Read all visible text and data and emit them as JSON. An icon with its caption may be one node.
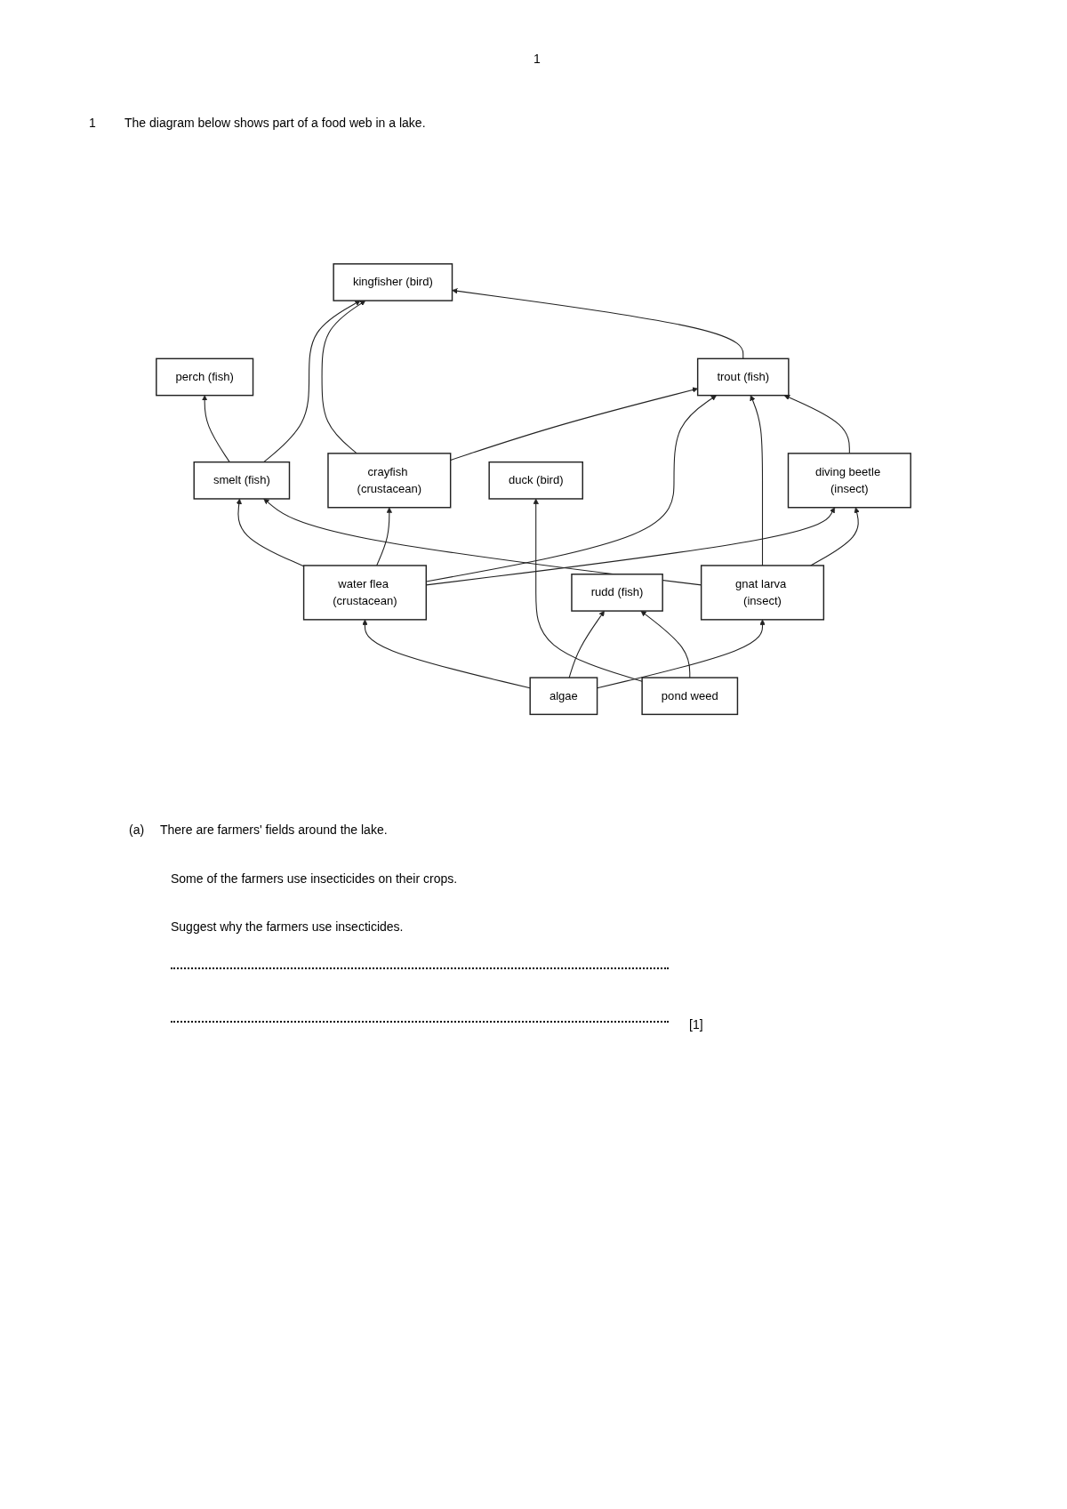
{
  "diagram": {
    "nodes": [
      {
        "text": [
          "kingfisher (bird)"
        ]
      },
      {
        "text": [
          "perch (fish)"
        ]
      },
      {
        "text": [
          "trout (fish)"
        ]
      },
      {
        "text": [
          "smelt (fish)"
        ]
      },
      {
        "text": [
          "crayfish (crustacean)"
        ]
      },
      {
        "text": [
          "duck (bird)"
        ]
      },
      {
        "text": [
          "diving beetle (insect)"
        ]
      },
      {
        "text": [
          "water flea (crustacean)"
        ]
      },
      {
        "text": [
          "gnat larva (insect)"
        ]
      },
      {
        "text": [
          "rudd (fish)"
        ]
      },
      {
        "text": [
          "algae"
        ]
      },
      {
        "text": [
          "pond weed"
        ]
      }
    ],
    "edges": [
      {
        "from": 3,
        "to": 0,
        "arrow": "to"
      },
      {
        "from": 4,
        "to": 0,
        "arrow": "to"
      },
      {
        "from": 2,
        "to": 0,
        "arrow": "to"
      },
      {
        "from": 3,
        "to": 1,
        "arrow": "to"
      },
      {
        "from": 4,
        "to": 2,
        "arrow": "to"
      },
      {
        "from": 7,
        "to": 2,
        "arrow": "to"
      },
      {
        "from": 8,
        "to": 2,
        "arrow": "to"
      },
      {
        "from": 6,
        "to": 2,
        "arrow": "to"
      },
      {
        "from": 7,
        "to": 3,
        "arrow": "to"
      },
      {
        "from": 8,
        "to": 3,
        "arrow": "to"
      },
      {
        "from": 7,
        "to": 4,
        "arrow": "to"
      },
      {
        "from": 7,
        "to": 6,
        "arrow": "to"
      },
      {
        "from": 8,
        "to": 6,
        "arrow": "to"
      },
      {
        "from": 11,
        "to": 5,
        "arrow": "to"
      },
      {
        "from": 10,
        "to": 7,
        "arrow": "to"
      },
      {
        "from": 10,
        "to": 8,
        "arrow": "to"
      },
      {
        "from": 10,
        "to": 9,
        "arrow": "to"
      },
      {
        "from": 11,
        "to": 9,
        "arrow": "to"
      }
    ],
    "labels": [
      "1",
      "1",
      "The diagram below shows part of a food web in a lake.",
      "(a)",
      "There are farmers' fields around the lake.",
      "Some of the farmers use insecticides on their crops.",
      "Suggest why the farmers use insecticides.",
      "[1]"
    ]
  }
}
